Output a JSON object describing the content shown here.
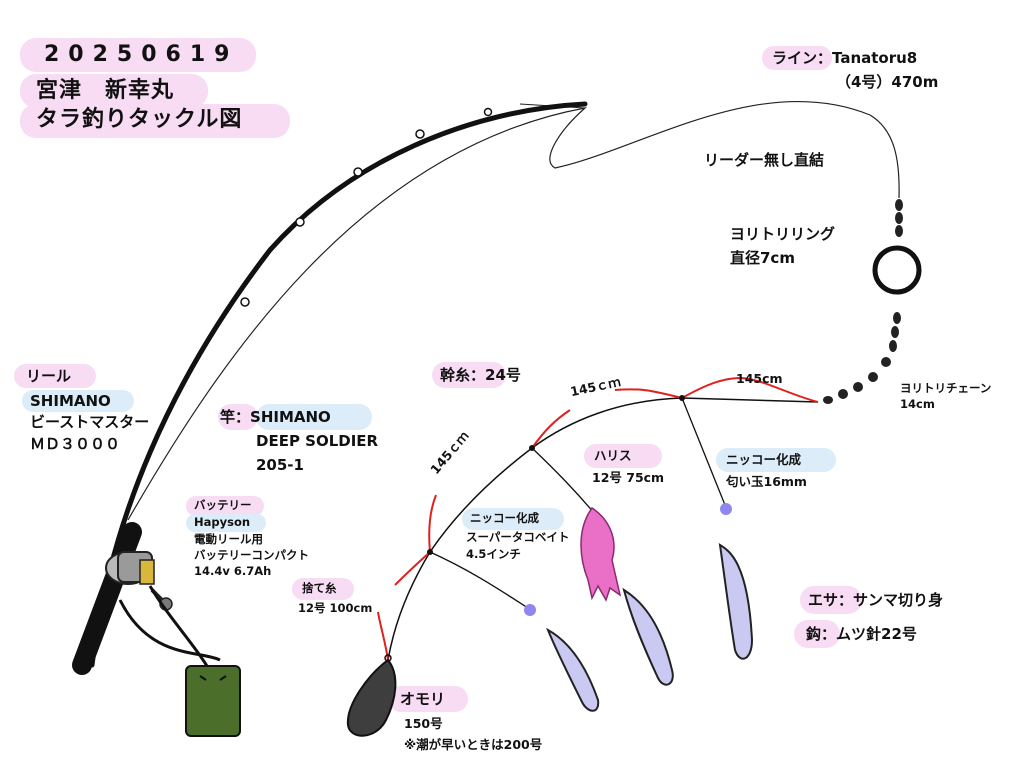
{
  "header": {
    "date": "20250619",
    "boat": "宮津　新幸丸",
    "title": "タラ釣りタックル図"
  },
  "line": {
    "label": "ライン",
    "colon": "：",
    "name": "Tanatoru8",
    "spec": "（4号）470m"
  },
  "leader": "リーダー無し直結",
  "swivel_ring": {
    "line1": "ヨリトリリング",
    "line2": "直径7cm"
  },
  "swivel_chain": {
    "line1": "ヨリトリチェーン",
    "line2": "14cm"
  },
  "reel": {
    "label": "リール",
    "brand": "SHIMANO",
    "model": "ビーストマスター",
    "size": "ＭＤ３０００"
  },
  "rod": {
    "label": "竿",
    "colon": "：",
    "brand": "SHIMANO",
    "model": "DEEP SOLDIER",
    "size": "205-1"
  },
  "battery": {
    "label": "バッテリー",
    "brand": "Hapyson",
    "line1": "電動リール用",
    "line2": "バッテリーコンパクト",
    "line3": "14.4v 6.7Ah"
  },
  "main_line": {
    "label": "幹糸",
    "colon": "：",
    "size": "24号"
  },
  "segments": {
    "seg1": "145ｃｍ",
    "seg2": "145cm",
    "seg3": "145ｃｍ"
  },
  "harisu": {
    "label": "ハリス",
    "spec": "12号 75cm"
  },
  "nikko_ball": {
    "label": "ニッコー化成",
    "spec": "匂い玉16mm"
  },
  "nikko_lure": {
    "label": "ニッコー化成",
    "line1": "スーパータコベイト",
    "line2": "4.5インチ"
  },
  "sute_ito": {
    "label": "捨て糸",
    "spec": "12号 100cm"
  },
  "sinker": {
    "label": "オモリ",
    "spec": "150号",
    "note": "※潮が早いときは200号"
  },
  "bait": {
    "label": "エサ",
    "colon": "：",
    "value": "サンマ切り身"
  },
  "hook": {
    "label": "鈎",
    "colon": "：",
    "value": "ムツ針22号"
  },
  "colors": {
    "pink_label": "#f7dcf4",
    "blue_label": "#dcecf8",
    "accent_red": "#e0201e",
    "bait": "#c9c9f2",
    "bait_outline": "#222222",
    "squid": "#ea6fc6",
    "bead": "#8f86f0",
    "bag": "#4b6f2a"
  }
}
